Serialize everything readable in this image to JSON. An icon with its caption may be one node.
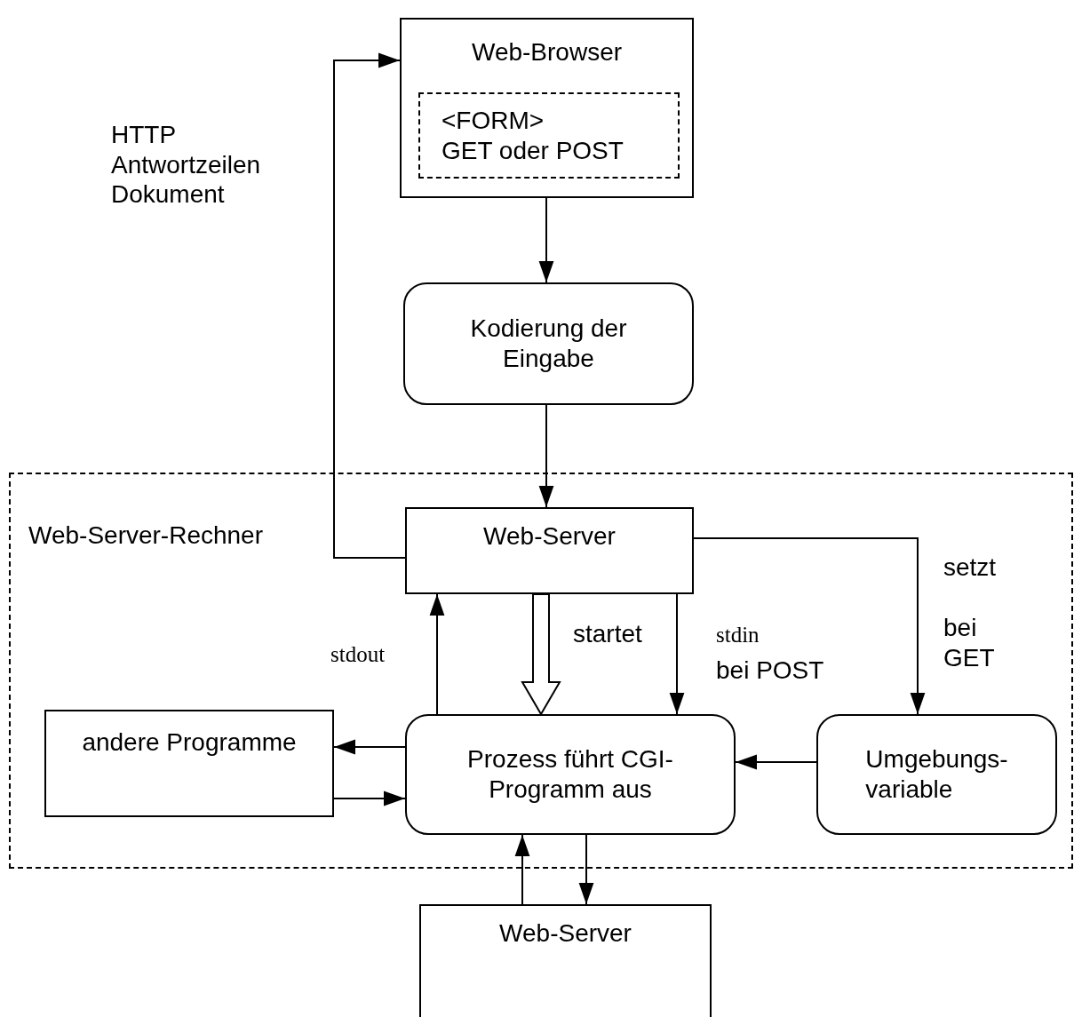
{
  "diagram": {
    "nodes": [
      {
        "text": [
          "Web-Browser"
        ]
      },
      {
        "text": [
          "<FORM>",
          "GET oder POST"
        ],
        "in": 0
      },
      {
        "text": [
          "Kodierung der Eingabe"
        ]
      },
      {
        "text": [
          "Web-Server-Rechner"
        ]
      },
      {
        "text": [
          "Web-Server"
        ],
        "in": 3
      },
      {
        "text": [
          "andere Programme"
        ],
        "in": 3
      },
      {
        "text": [
          "Prozess führt CGI- Programm aus"
        ],
        "in": 3
      },
      {
        "text": [
          "Umgebungs- variable"
        ],
        "in": 3
      },
      {
        "text": [
          "Web-Server"
        ]
      }
    ],
    "edges": [
      {
        "from": 0,
        "to": 2,
        "arrow": "to"
      },
      {
        "from": 2,
        "to": 4,
        "arrow": "to"
      },
      {
        "from": 4,
        "to": 0,
        "arrow": "to"
      },
      {
        "from": 4,
        "to": 6,
        "arrow": "to",
        "label": "startet",
        "style": "thick"
      },
      {
        "from": 4,
        "to": 6,
        "arrow": "to",
        "label": "stdin"
      },
      {
        "from": 4,
        "to": 7,
        "arrow": "to",
        "label": "setzt"
      },
      {
        "from": 6,
        "to": 4,
        "arrow": "to",
        "label": "stdout"
      },
      {
        "from": 6,
        "to": 5,
        "arrow": "to"
      },
      {
        "from": 5,
        "to": 6,
        "arrow": "to"
      },
      {
        "from": 7,
        "to": 6,
        "arrow": "to"
      },
      {
        "from": 8,
        "to": 6,
        "arrow": "to"
      },
      {
        "from": 6,
        "to": 8,
        "arrow": "to"
      }
    ],
    "labels": [
      "HTTP Antwortzeilen Dokument",
      "bei POST",
      "bei GET"
    ]
  }
}
